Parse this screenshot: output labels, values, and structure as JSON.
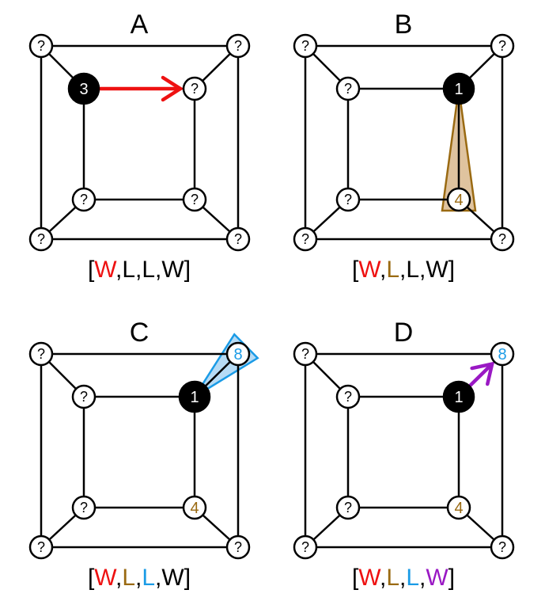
{
  "colors": {
    "black": "#000000",
    "red": "#ee1111",
    "brown": "#9a6a12",
    "brown_fill": "#d9b98e",
    "blue": "#1a9be6",
    "blue_fill": "#a9d5f3",
    "purple": "#9a19c4"
  },
  "sequence_tokens": [
    "W",
    "L",
    "L",
    "W"
  ],
  "panels": [
    {
      "label": "A",
      "nodes": {
        "outer_tl": "?",
        "outer_tr": "?",
        "outer_bl": "?",
        "outer_br": "?",
        "inner_tl": "3",
        "inner_tr": "?",
        "inner_bl": "?",
        "inner_br": "?"
      },
      "filled_node": "inner_tl",
      "node_colors": {},
      "token_colors": [
        "red",
        "black",
        "black",
        "black"
      ],
      "highlight": {
        "kind": "arrow",
        "from": "inner_tl",
        "to": "inner_tr",
        "color": "red"
      }
    },
    {
      "label": "B",
      "nodes": {
        "outer_tl": "?",
        "outer_tr": "?",
        "outer_bl": "?",
        "outer_br": "?",
        "inner_tl": "?",
        "inner_tr": "1",
        "inner_bl": "?",
        "inner_br": "4"
      },
      "filled_node": "inner_tr",
      "node_colors": {
        "inner_br": "brown"
      },
      "token_colors": [
        "red",
        "brown",
        "black",
        "black"
      ],
      "highlight": {
        "kind": "wedge",
        "from": "inner_tr",
        "to": "inner_br",
        "color": "brown",
        "fill": "brown_fill"
      }
    },
    {
      "label": "C",
      "nodes": {
        "outer_tl": "?",
        "outer_tr": "8",
        "outer_bl": "?",
        "outer_br": "?",
        "inner_tl": "?",
        "inner_tr": "1",
        "inner_bl": "?",
        "inner_br": "4"
      },
      "filled_node": "inner_tr",
      "node_colors": {
        "inner_br": "brown",
        "outer_tr": "blue"
      },
      "token_colors": [
        "red",
        "brown",
        "blue",
        "black"
      ],
      "highlight": {
        "kind": "wedge",
        "from": "inner_tr",
        "to": "outer_tr",
        "color": "blue",
        "fill": "blue_fill"
      }
    },
    {
      "label": "D",
      "nodes": {
        "outer_tl": "?",
        "outer_tr": "8",
        "outer_bl": "?",
        "outer_br": "?",
        "inner_tl": "?",
        "inner_tr": "1",
        "inner_bl": "?",
        "inner_br": "4"
      },
      "filled_node": "inner_tr",
      "node_colors": {
        "inner_br": "brown",
        "outer_tr": "blue"
      },
      "token_colors": [
        "red",
        "brown",
        "blue",
        "purple"
      ],
      "highlight": {
        "kind": "arrow",
        "from": "inner_tr",
        "to": "outer_tr",
        "color": "purple"
      }
    }
  ]
}
